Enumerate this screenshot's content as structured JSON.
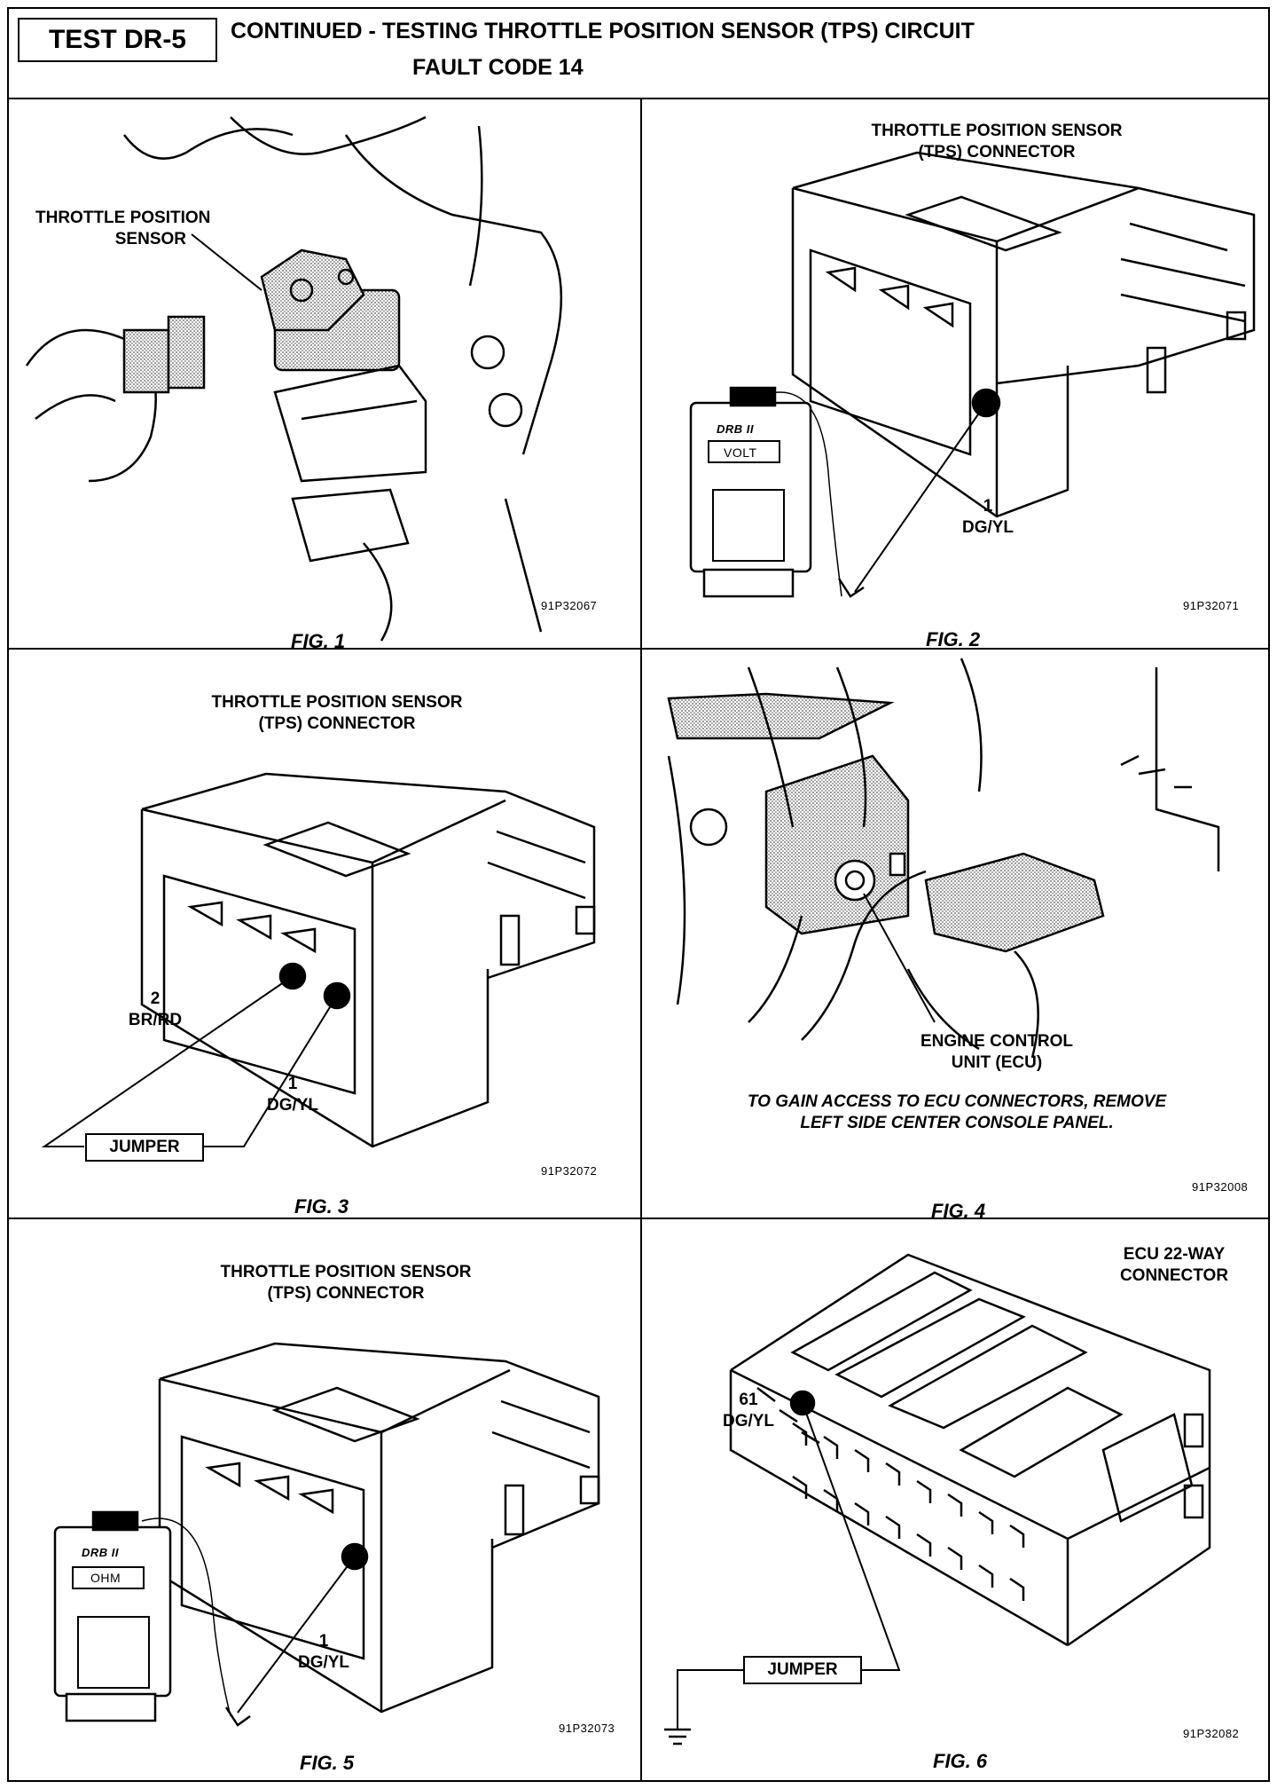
{
  "header": {
    "test_id": "TEST DR-5",
    "title": "CONTINUED -  TESTING THROTTLE POSITION SENSOR (TPS) CIRCUIT",
    "subtitle": "FAULT CODE 14"
  },
  "fig1": {
    "label_line1": "THROTTLE POSITION",
    "label_line2": "SENSOR",
    "code": "91P32067",
    "caption": "FIG. 1"
  },
  "fig2": {
    "title_line1": "THROTTLE POSITION SENSOR",
    "title_line2": "(TPS) CONNECTOR",
    "pin_num": "1",
    "pin_color": "DG/YL",
    "meter_brand": "DRB II",
    "meter_mode": "VOLT",
    "code": "91P32071",
    "caption": "FIG. 2"
  },
  "fig3": {
    "title_line1": "THROTTLE POSITION SENSOR",
    "title_line2": "(TPS) CONNECTOR",
    "pin2_num": "2",
    "pin2_color": "BR/RD",
    "pin1_num": "1",
    "pin1_color": "DG/YL",
    "jumper": "JUMPER",
    "code": "91P32072",
    "caption": "FIG. 3"
  },
  "fig4": {
    "label_line1": "ENGINE CONTROL",
    "label_line2": "UNIT (ECU)",
    "note_line1": "TO GAIN ACCESS TO ECU CONNECTORS, REMOVE",
    "note_line2": "LEFT SIDE CENTER CONSOLE PANEL.",
    "code": "91P32008",
    "caption": "FIG. 4"
  },
  "fig5": {
    "title_line1": "THROTTLE POSITION SENSOR",
    "title_line2": "(TPS) CONNECTOR",
    "pin_num": "1",
    "pin_color": "DG/YL",
    "meter_brand": "DRB II",
    "meter_mode": "OHM",
    "code": "91P32073",
    "caption": "FIG. 5"
  },
  "fig6": {
    "title_line1": "ECU 22-WAY",
    "title_line2": "CONNECTOR",
    "pin_num": "61",
    "pin_color": "DG/YL",
    "jumper": "JUMPER",
    "code": "91P32082",
    "caption": "FIG. 6"
  }
}
